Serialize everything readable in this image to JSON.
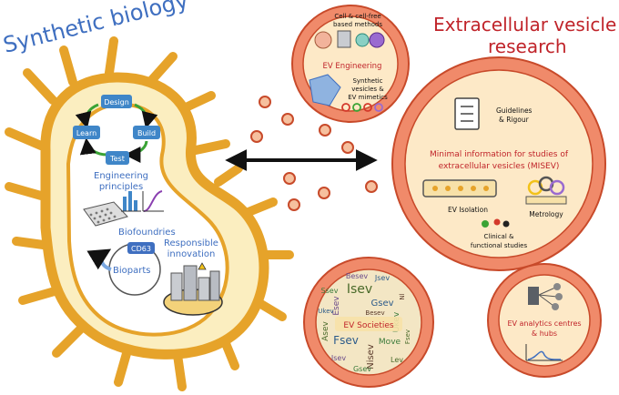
{
  "left": {
    "title": "Synthetic biology",
    "cycle": {
      "design": "Design",
      "build": "Build",
      "test": "Test",
      "learn": "Learn"
    },
    "engineering_line1": "Engineering",
    "engineering_line2": "principles",
    "biofoundries": "Biofoundries",
    "cd63": "CD63",
    "bioparts": "Bioparts",
    "responsible_line1": "Responsible",
    "responsible_line2": "innovation"
  },
  "right": {
    "title_line1": "Extracellular vesicle",
    "title_line2": "research",
    "ev_engineering": {
      "methods_line1": "Cell & cell-free",
      "methods_line2": "based methods",
      "label": "EV Engineering",
      "synth_line1": "Synthetic",
      "synth_line2": "vesicles &",
      "synth_line3": "EV mimetics"
    },
    "misev": {
      "guidelines_line1": "Guidelines",
      "guidelines_line2": "& Rigour",
      "title_line1": "Minimal information for studies of",
      "title_line2": "extracellular vesicles (MISEV)",
      "isolation": "EV Isolation",
      "metrology": "Metrology",
      "clinical_line1": "Clinical &",
      "clinical_line2": "functional studies"
    },
    "societies": {
      "label": "EV Societies",
      "words": [
        "Isev",
        "Esev",
        "Gsev",
        "Ukev",
        "Fsev",
        "Nisev",
        "Move",
        "Asev",
        "Besev",
        "Jsev",
        "Ssev",
        "Nl",
        "Lev",
        "Isev",
        "Ukev",
        "Gsev",
        "Fsev",
        "Besev"
      ]
    },
    "analytics": {
      "line1": "EV analytics centres",
      "line2": "& hubs"
    }
  },
  "colors": {
    "blue_title": "#3f6fc0",
    "red_title": "#c0242a",
    "cell_fill": "#fbeec0",
    "cell_stroke": "#e6a32a",
    "vesicle": "#f08a6a",
    "vesicle_stroke": "#c84a2a",
    "inner_fill": "#fde9c7"
  }
}
